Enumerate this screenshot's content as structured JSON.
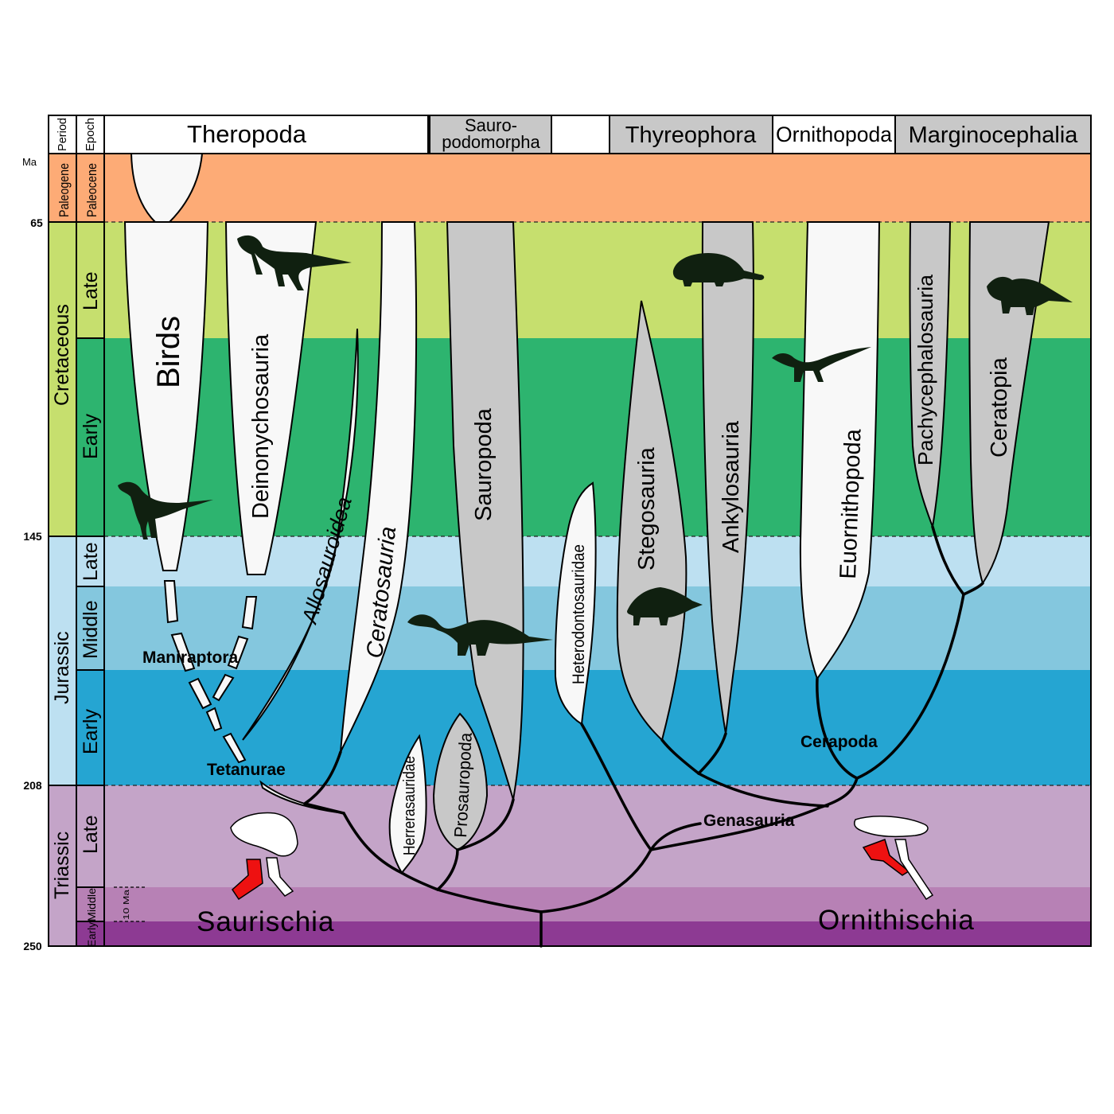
{
  "column_headers": {
    "period": "Period",
    "epoch": "Epoch",
    "ma": "Ma",
    "clades": {
      "theropoda": "Theropoda",
      "sauropodomorpha_line1": "Sauro-",
      "sauropodomorpha_line2": "podomorpha",
      "thyreophora": "Thyreophora",
      "ornithopoda": "Ornithopoda",
      "marginocephalia": "Marginocephalia"
    }
  },
  "periods": {
    "paleogene": "Paleogene",
    "cretaceous": "Cretaceous",
    "jurassic": "Jurassic",
    "triassic": "Triassic"
  },
  "epochs": {
    "paleocene": "Paleocene",
    "late_cretaceous": "Late",
    "early_cretaceous": "Early",
    "late_jurassic": "Late",
    "middle_jurassic": "Middle",
    "early_jurassic": "Early",
    "late_triassic": "Late",
    "middle_triassic": "Middle",
    "early_triassic": "Early"
  },
  "ages_ma": {
    "a65": "65",
    "a145": "145",
    "a208": "208",
    "a250": "250"
  },
  "scale_bar_label": "10 Ma",
  "taxa": {
    "birds": "Birds",
    "deinonychosauria": "Deinonychosauria",
    "allosauroidea": "Allosauroidea",
    "ceratosauria": "Ceratosauria",
    "sauropoda": "Sauropoda",
    "herrerasauridae": "Herrerasauridae",
    "prosauropoda": "Prosauropoda",
    "heterodontosauridae": "Heterodontosauridae",
    "stegosauria": "Stegosauria",
    "ankylosauria": "Ankylosauria",
    "euornithopoda": "Euornithopoda",
    "pachycephalosauria": "Pachycephalosauria",
    "ceratopia": "Ceratopia"
  },
  "nodes": {
    "maniraptora": "Maniraptora",
    "tetanurae": "Tetanurae",
    "cerapoda": "Cerapoda",
    "genasauria": "Genasauria",
    "saurischia": "Saurischia",
    "ornithischia": "Ornithischia"
  },
  "colors": {
    "paleogene": "#fdab76",
    "late_cretaceous": "#c6df6e",
    "early_cretaceous": "#2db46f",
    "late_jurassic": "#bde0f1",
    "middle_jurassic": "#84c7de",
    "early_jurassic": "#25a5d2",
    "late_triassic": "#c4a4c8",
    "middle_triassic": "#b781b5",
    "early_triassic": "#8d3a93",
    "clade_grey": "#c8c8c8",
    "clade_white": "#f8f8f8",
    "silhouette": "#102010",
    "pubis_red": "#ee1111"
  }
}
